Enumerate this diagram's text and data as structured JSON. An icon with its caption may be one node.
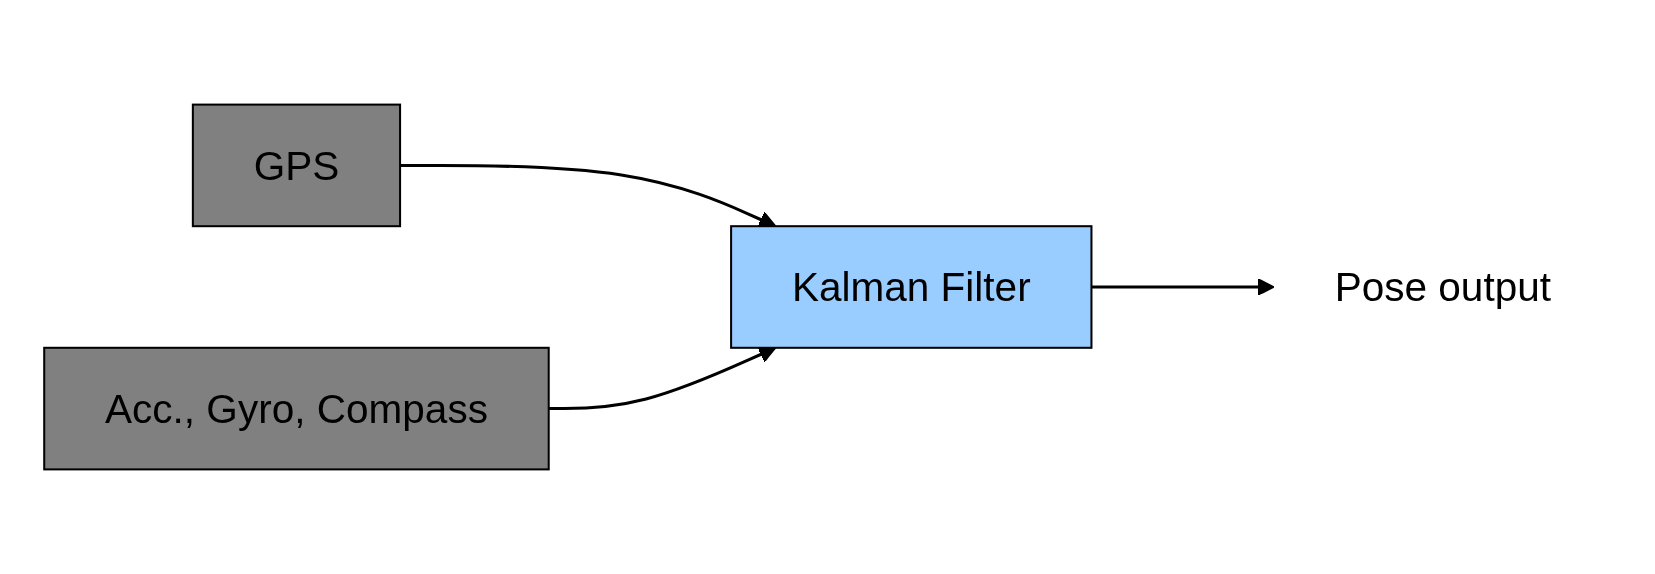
{
  "diagram": {
    "nodes": [
      {
        "text": [
          "GPS"
        ]
      },
      {
        "text": [
          "Acc., Gyro, Compass"
        ]
      },
      {
        "text": [
          "Kalman Filter"
        ]
      },
      {
        "text": [
          "Pose output"
        ]
      }
    ],
    "edges": [
      {
        "from": 0,
        "to": 2,
        "arrow": "to"
      },
      {
        "from": 1,
        "to": 2,
        "arrow": "to"
      },
      {
        "from": 2,
        "to": 3,
        "arrow": "to"
      }
    ]
  }
}
